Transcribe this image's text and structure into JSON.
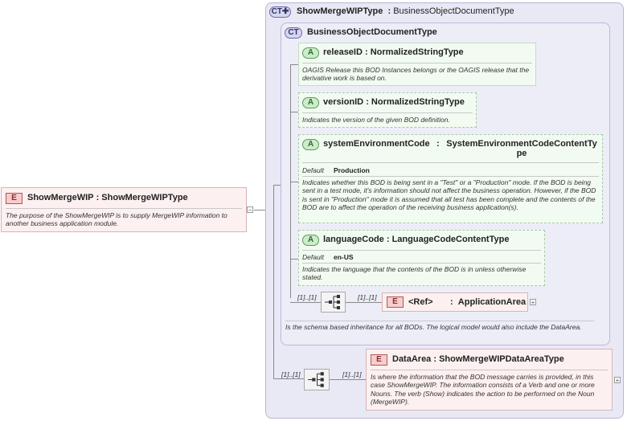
{
  "root": {
    "tag": "E",
    "name": "ShowMergeWIP",
    "type": "ShowMergeWIPType",
    "doc": "The purpose of the ShowMergeWIP is to supply MergeWIP information to another business application module."
  },
  "outer_type": {
    "tag": "CT",
    "name": "ShowMergeWIPType",
    "base": "BusinessObjectDocumentType"
  },
  "inner_type": {
    "tag": "CT",
    "name": "BusinessObjectDocumentType",
    "doc": "Is the schema based inheritance for all BODs. The logical model would also include the DataArea."
  },
  "attributes": [
    {
      "tag": "A",
      "name": "releaseID",
      "type": "NormalizedStringType",
      "doc": "OAGIS Release this BOD Instances belongs or the OAGIS release that the derivative work is based on."
    },
    {
      "tag": "A",
      "name": "versionID",
      "type": "NormalizedStringType",
      "doc": "Indicates the version of the given BOD definition."
    },
    {
      "tag": "A",
      "name": "systemEnvironmentCode",
      "type": "SystemEnvironmentCodeContentType",
      "default_label": "Default",
      "default_value": "Production",
      "doc": "Indicates whether this BOD is being sent in a \"Test\" or a \"Production\" mode. If the BOD is being sent in a test mode, it's information should not affect the business operation. However, if the BOD is sent in \"Production\" mode it is assumed that all test has been complete and the contents of the BOD are to affect the operation of the receiving business application(s)."
    },
    {
      "tag": "A",
      "name": "languageCode",
      "type": "LanguageCodeContentType",
      "default_label": "Default",
      "default_value": "en-US",
      "doc": "Indicates the language that the contents of the BOD is in unless otherwise stated."
    }
  ],
  "app_area": {
    "tag": "E",
    "ref": "<Ref>",
    "name": "ApplicationArea",
    "seq_card": "[1]..[1]",
    "elem_card": "[1]..[1]"
  },
  "data_area": {
    "tag": "E",
    "name": "DataArea",
    "type": "ShowMergeWIPDataAreaType",
    "seq_card": "[1]..[1]",
    "elem_card": "[1]..[1]",
    "doc": "Is where the information that the BOD message carries is provided, in this case ShowMergeWIP. The information consists of a Verb and one or more Nouns. The verb (Show) indicates the action to be performed on the Noun (MergeWIP)."
  },
  "icons": {
    "expand": "plus-icon",
    "collapse": "minus-icon",
    "sequence": "sequence-icon"
  },
  "colors": {
    "complex_type_bg": "#e9e9f6",
    "attribute_bg": "#f2fbf1",
    "element_bg": "#fdf0f0"
  }
}
